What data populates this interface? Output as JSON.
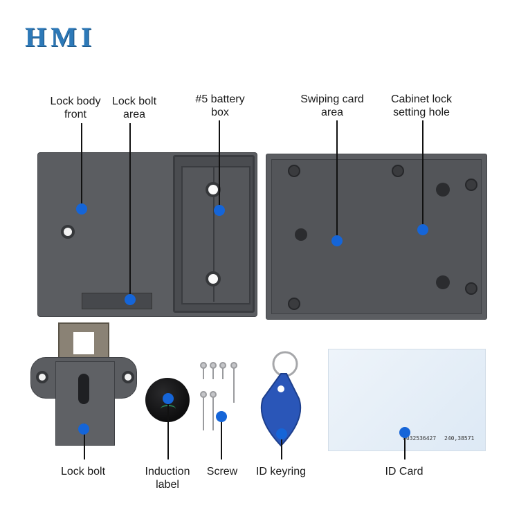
{
  "brand": {
    "logo_text": "HMI"
  },
  "labels": {
    "lock_body_front": "Lock body\nfront",
    "lock_bolt_area": "Lock bolt\narea",
    "battery_box": "#5 battery\nbox",
    "swiping_card_area": "Swiping card\narea",
    "cabinet_lock_setting_hole": "Cabinet lock\nsetting hole",
    "lock_bolt": "Lock bolt",
    "induction_label": "Induction\nlabel",
    "screw": "Screw",
    "id_keyring": "ID keyring",
    "id_card": "ID Card"
  },
  "card": {
    "number_left": "0032536427",
    "number_right": "240,38571"
  },
  "colors": {
    "marker": "#1565d8",
    "device": "#5b5d61",
    "keyring": "#2a56b8"
  }
}
